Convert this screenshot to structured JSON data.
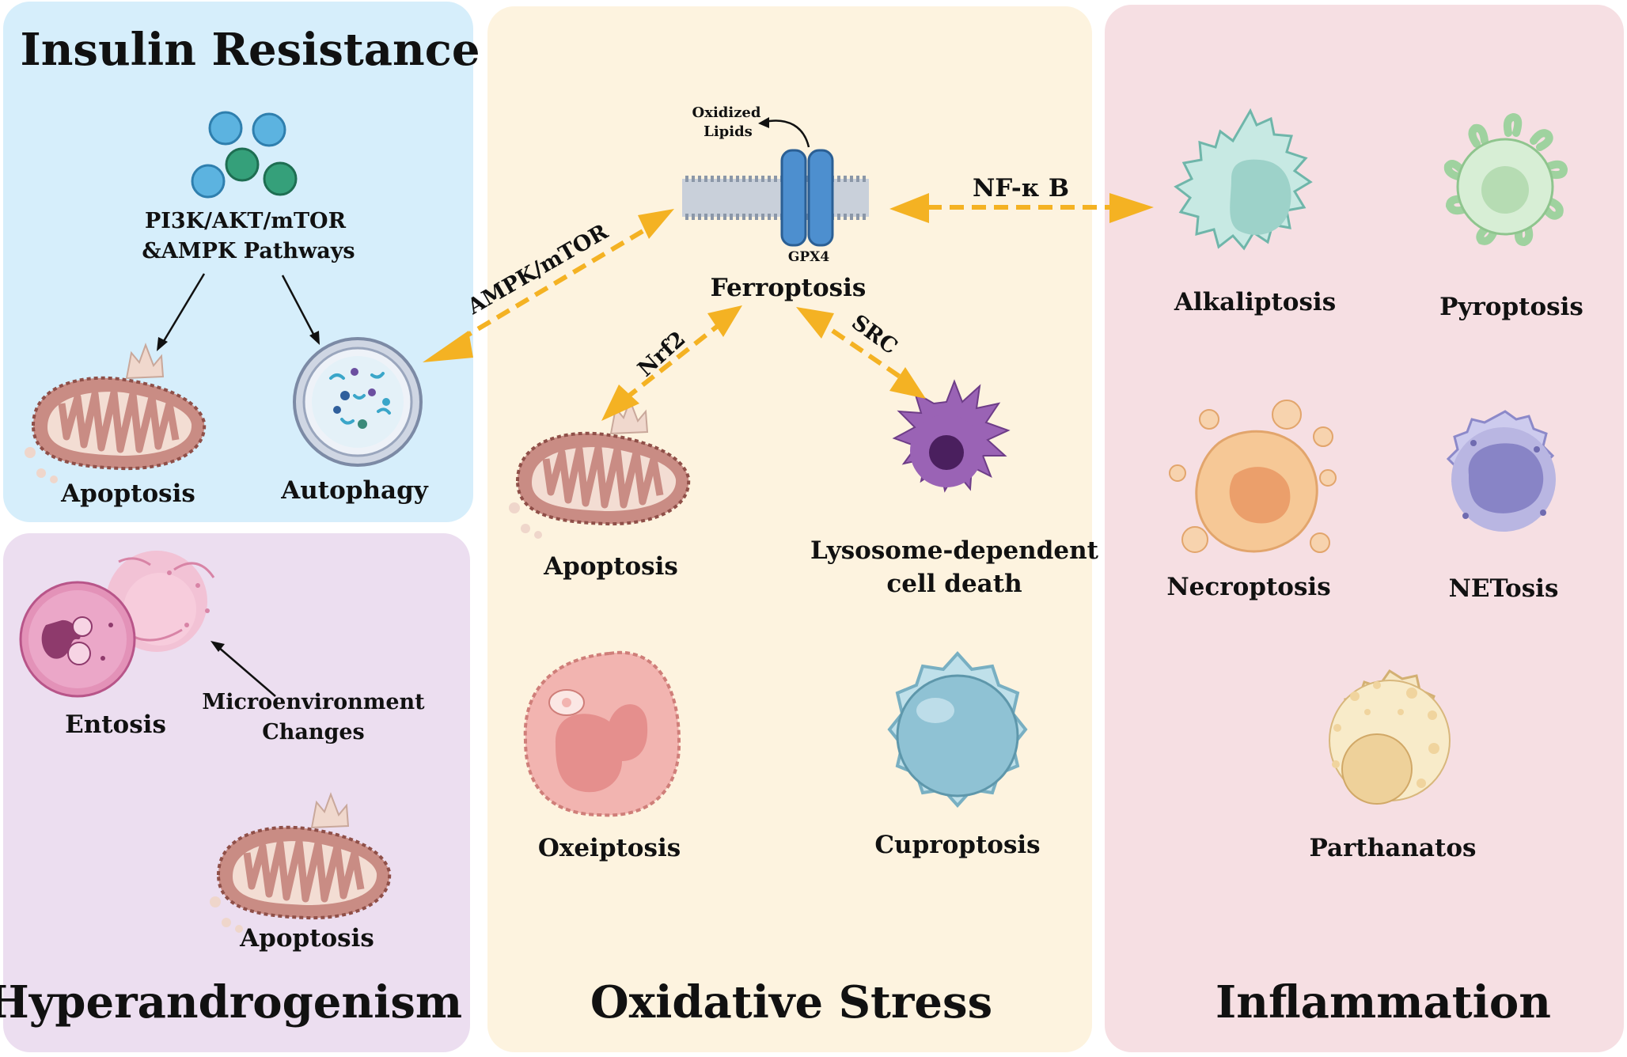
{
  "panels": {
    "insulin": {
      "title": "Insulin Resistance",
      "pathway_line1": "PI3K/AKT/mTOR",
      "pathway_line2": "&AMPK Pathways",
      "apoptosis": "Apoptosis",
      "autophagy": "Autophagy"
    },
    "hyper": {
      "title": "Hyperandrogenism",
      "entosis": "Entosis",
      "micro_line1": "Microenvironment",
      "micro_line2": "Changes",
      "apoptosis": "Apoptosis"
    },
    "oxidative": {
      "title": "Oxidative Stress",
      "oxidized_line1": "Oxidized",
      "oxidized_line2": "Lipids",
      "gpx4": "GPX4",
      "ferroptosis": "Ferroptosis",
      "apoptosis": "Apoptosis",
      "lysosome_line1": "Lysosome-dependent",
      "lysosome_line2": "cell death",
      "oxeiptosis": "Oxeiptosis",
      "cuproptosis": "Cuproptosis"
    },
    "inflammation": {
      "title": "Inflammation",
      "alkaliptosis": "Alkaliptosis",
      "pyroptosis": "Pyroptosis",
      "necroptosis": "Necroptosis",
      "netosis": "NETosis",
      "parthanatos": "Parthanatos"
    }
  },
  "arrows": {
    "ampk": "AMPK/mTOR",
    "nfkb": "NF-κ B",
    "nrf2": "Nrf2",
    "src": "SRC"
  },
  "colors": {
    "insulin_bg": "#d6eefb",
    "hyper_bg": "#ecdef0",
    "oxidative_bg": "#fdf3df",
    "inflammation_bg": "#f6dfe3",
    "arrow": "#f4b223"
  }
}
